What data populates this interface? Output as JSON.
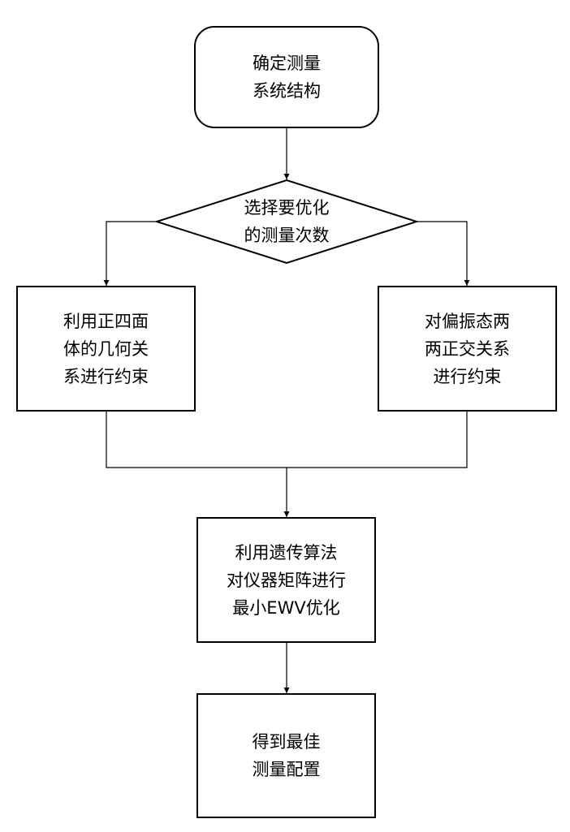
{
  "nodes": {
    "start": {
      "lines": [
        "确定测量",
        "系统结构"
      ]
    },
    "decision": {
      "lines": [
        "选择要优化",
        "的测量次数"
      ]
    },
    "left": {
      "lines": [
        "利用正四面",
        "体的几何关",
        "系进行约束"
      ]
    },
    "right": {
      "lines": [
        "对偏振态两",
        "两正交关系",
        "进行约束"
      ]
    },
    "optimize": {
      "lines": [
        "利用遗传算法",
        "对仪器矩阵进行",
        "最小EWV优化"
      ]
    },
    "end": {
      "lines": [
        "得到最佳",
        "测量配置"
      ]
    }
  },
  "colors": {
    "stroke": "#000000",
    "fill": "#ffffff",
    "text": "#000000"
  }
}
